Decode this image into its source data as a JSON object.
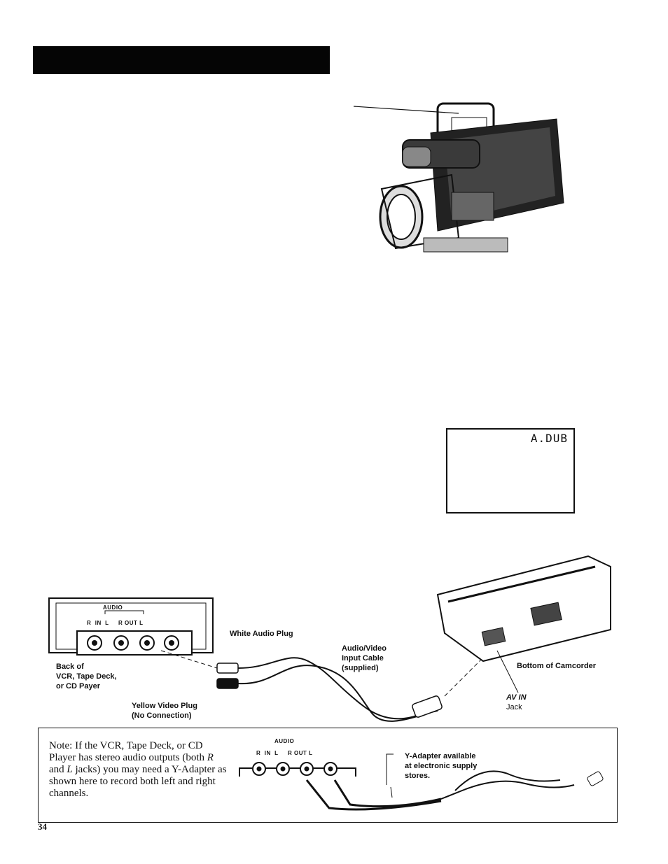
{
  "header": {
    "title": ""
  },
  "monitor": {
    "display_text": "A.DUB"
  },
  "diagram": {
    "audio_label": "AUDIO",
    "jack_row_label": "R  IN  L     R OUT L",
    "back_label_line1": "Back of",
    "back_label_line2": "VCR, Tape Deck,",
    "back_label_line3": "or CD Payer",
    "white_plug": "White Audio Plug",
    "cable_line1": "Audio/Video",
    "cable_line2": "Input Cable",
    "cable_line3": "(supplied)",
    "yellow_line1": "Yellow Video Plug",
    "yellow_line2": "(No Connection)",
    "bottom_cam": "Bottom of Camcorder",
    "av_in_line1": "AV IN",
    "av_in_line2": "Jack"
  },
  "note": {
    "lead": "Note:",
    "text_1": " If the VCR, Tape Deck, or CD Player has stereo audio outputs (both ",
    "r": "R",
    "text_2": " and ",
    "l": "L",
    "text_3": " jacks) you may need a Y-Adapter as shown here to record both left and right channels.",
    "audio_label": "AUDIO",
    "jack_row_label": "R  IN  L     R OUT L",
    "adapter_line1": "Y-Adapter available",
    "adapter_line2": "at electronic supply",
    "adapter_line3": "stores."
  },
  "page_number": "34"
}
